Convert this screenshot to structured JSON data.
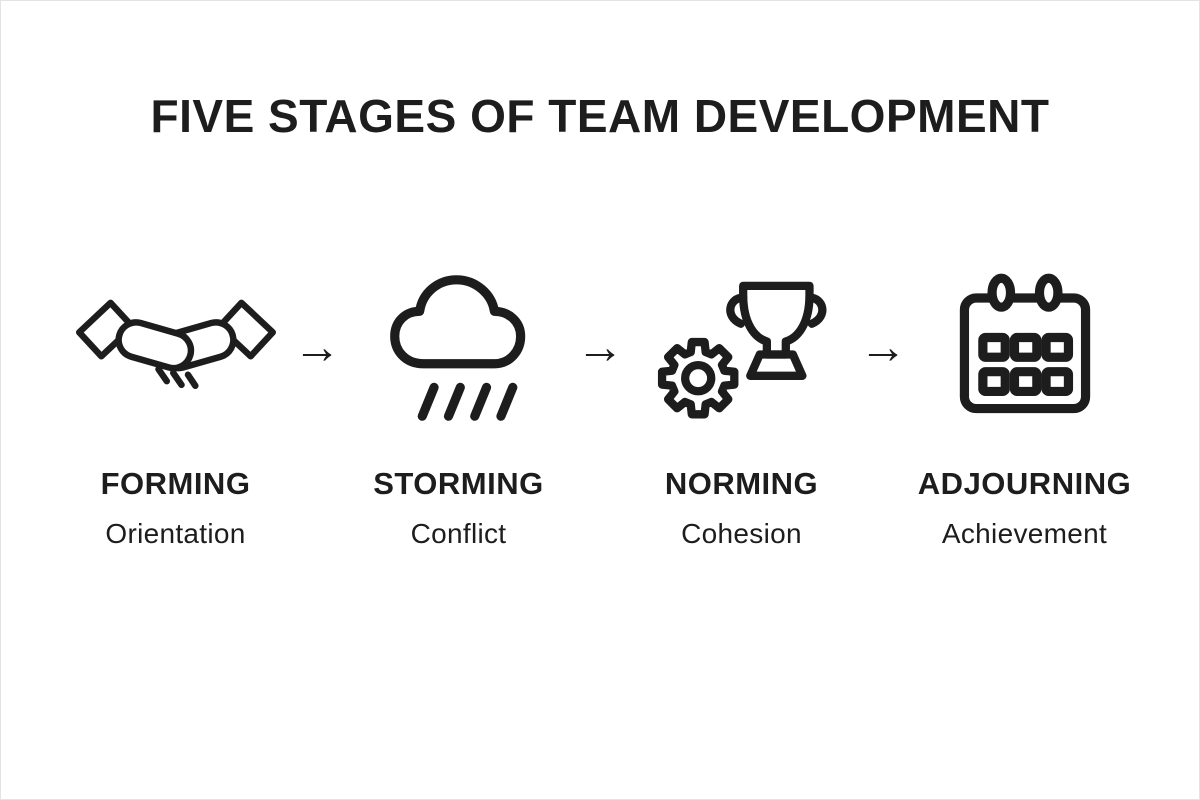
{
  "page": {
    "background": "#ffffff",
    "ink": "#1d1d1d"
  },
  "title": "FIVE STAGES OF TEAM DEVELOPMENT",
  "arrow_glyph": "→",
  "stages": [
    {
      "label": "FORMING",
      "sublabel": "Orientation",
      "icon": "handshake-icon"
    },
    {
      "label": "STORMING",
      "sublabel": "Conflict",
      "icon": "storm-cloud-icon"
    },
    {
      "label": "NORMING",
      "sublabel": "Cohesion",
      "icon": "gear-trophy-icon"
    },
    {
      "label": "ADJOURNING",
      "sublabel": "Achievement",
      "icon": "calendar-icon"
    }
  ]
}
